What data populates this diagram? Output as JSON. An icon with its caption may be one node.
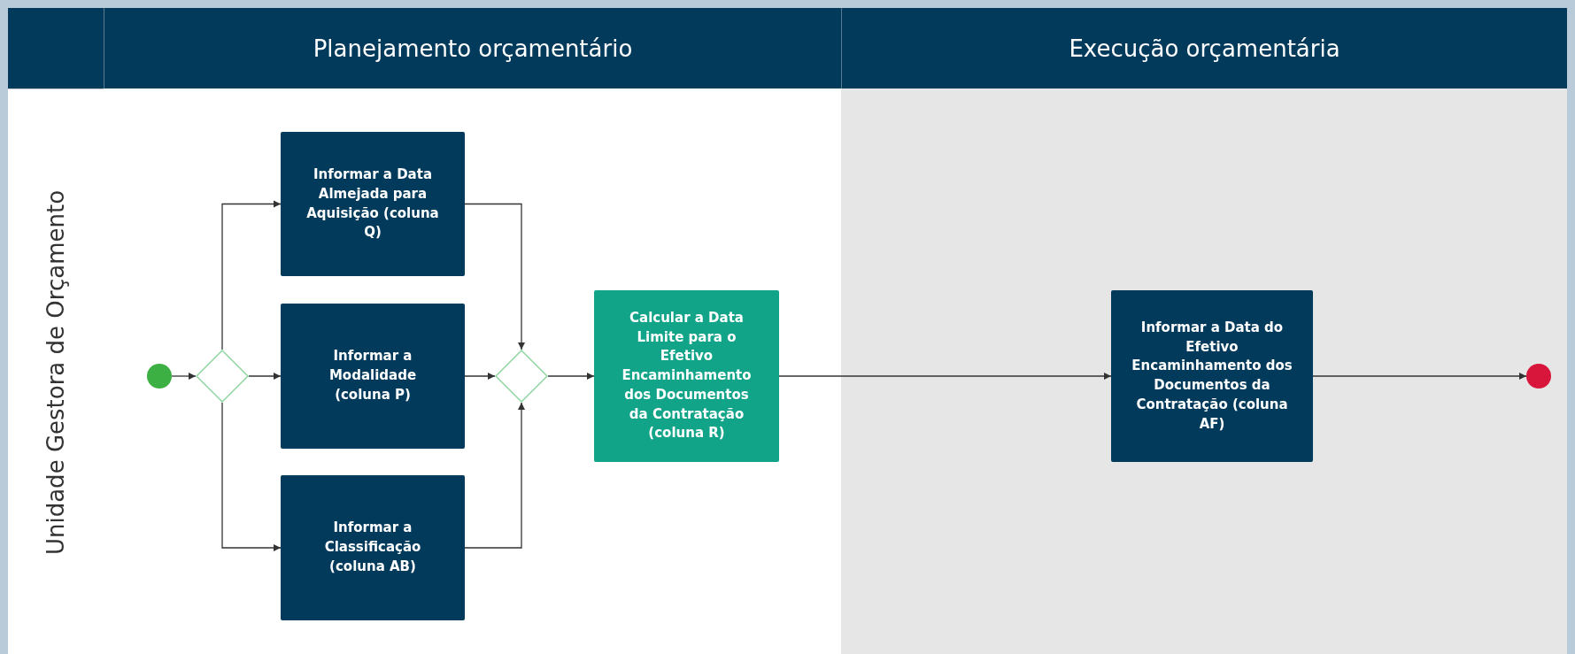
{
  "diagram": {
    "nodes": [
      {
        "text": [
          "Planejamento orçamentário"
        ]
      },
      {
        "text": [
          "Execução orçamentária"
        ]
      },
      {
        "text": [
          "Unidade Gestora de Orçamento"
        ]
      },
      {
        "text": [],
        "shape": "circle",
        "in": 0
      },
      {
        "text": [],
        "shape": "diamond",
        "in": 0
      },
      {
        "text": [
          "Informar a Data Almejada para Aquisição (coluna Q)"
        ],
        "in": 0
      },
      {
        "text": [
          "Informar a Modalidade (coluna P)"
        ],
        "in": 0
      },
      {
        "text": [
          "Informar a Classificação (coluna AB)"
        ],
        "in": 0
      },
      {
        "text": [],
        "shape": "diamond",
        "in": 0
      },
      {
        "text": [
          "Calcular a Data Limite para o Efetivo Encaminhamento dos Documentos da Contratação (coluna R)"
        ],
        "in": 0
      },
      {
        "text": [
          "Informar a Data do Efetivo Encaminhamento dos Documentos da Contratação (coluna AF)"
        ],
        "in": 1
      },
      {
        "text": [],
        "shape": "circle",
        "in": 1
      }
    ],
    "edges": [
      {
        "from": 3,
        "to": 4,
        "arrow": "to"
      },
      {
        "from": 4,
        "to": 5,
        "arrow": "to"
      },
      {
        "from": 4,
        "to": 6,
        "arrow": "to"
      },
      {
        "from": 4,
        "to": 7,
        "arrow": "to"
      },
      {
        "from": 5,
        "to": 8,
        "arrow": "to"
      },
      {
        "from": 6,
        "to": 8,
        "arrow": "to"
      },
      {
        "from": 7,
        "to": 8,
        "arrow": "to"
      },
      {
        "from": 8,
        "to": 9,
        "arrow": "to"
      },
      {
        "from": 9,
        "to": 10,
        "arrow": "to"
      },
      {
        "from": 10,
        "to": 11,
        "arrow": "to"
      }
    ]
  }
}
